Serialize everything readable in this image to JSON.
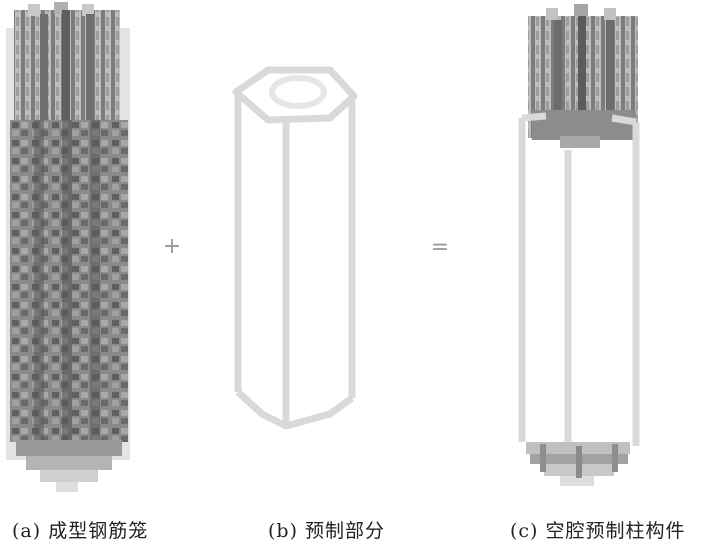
{
  "figure": {
    "captions": {
      "a": "(a) 成型钢筋笼",
      "b": "(b) 预制部分",
      "c": "(c) 空腔预制柱构件"
    },
    "operators": {
      "plus": "+",
      "equals": "="
    }
  },
  "colors": {
    "cage_dark": "#6e6e6e",
    "cage_mid": "#9a9a9a",
    "cage_light": "#c4c4c4",
    "outline": "#d9d9d9",
    "text": "#222222"
  }
}
